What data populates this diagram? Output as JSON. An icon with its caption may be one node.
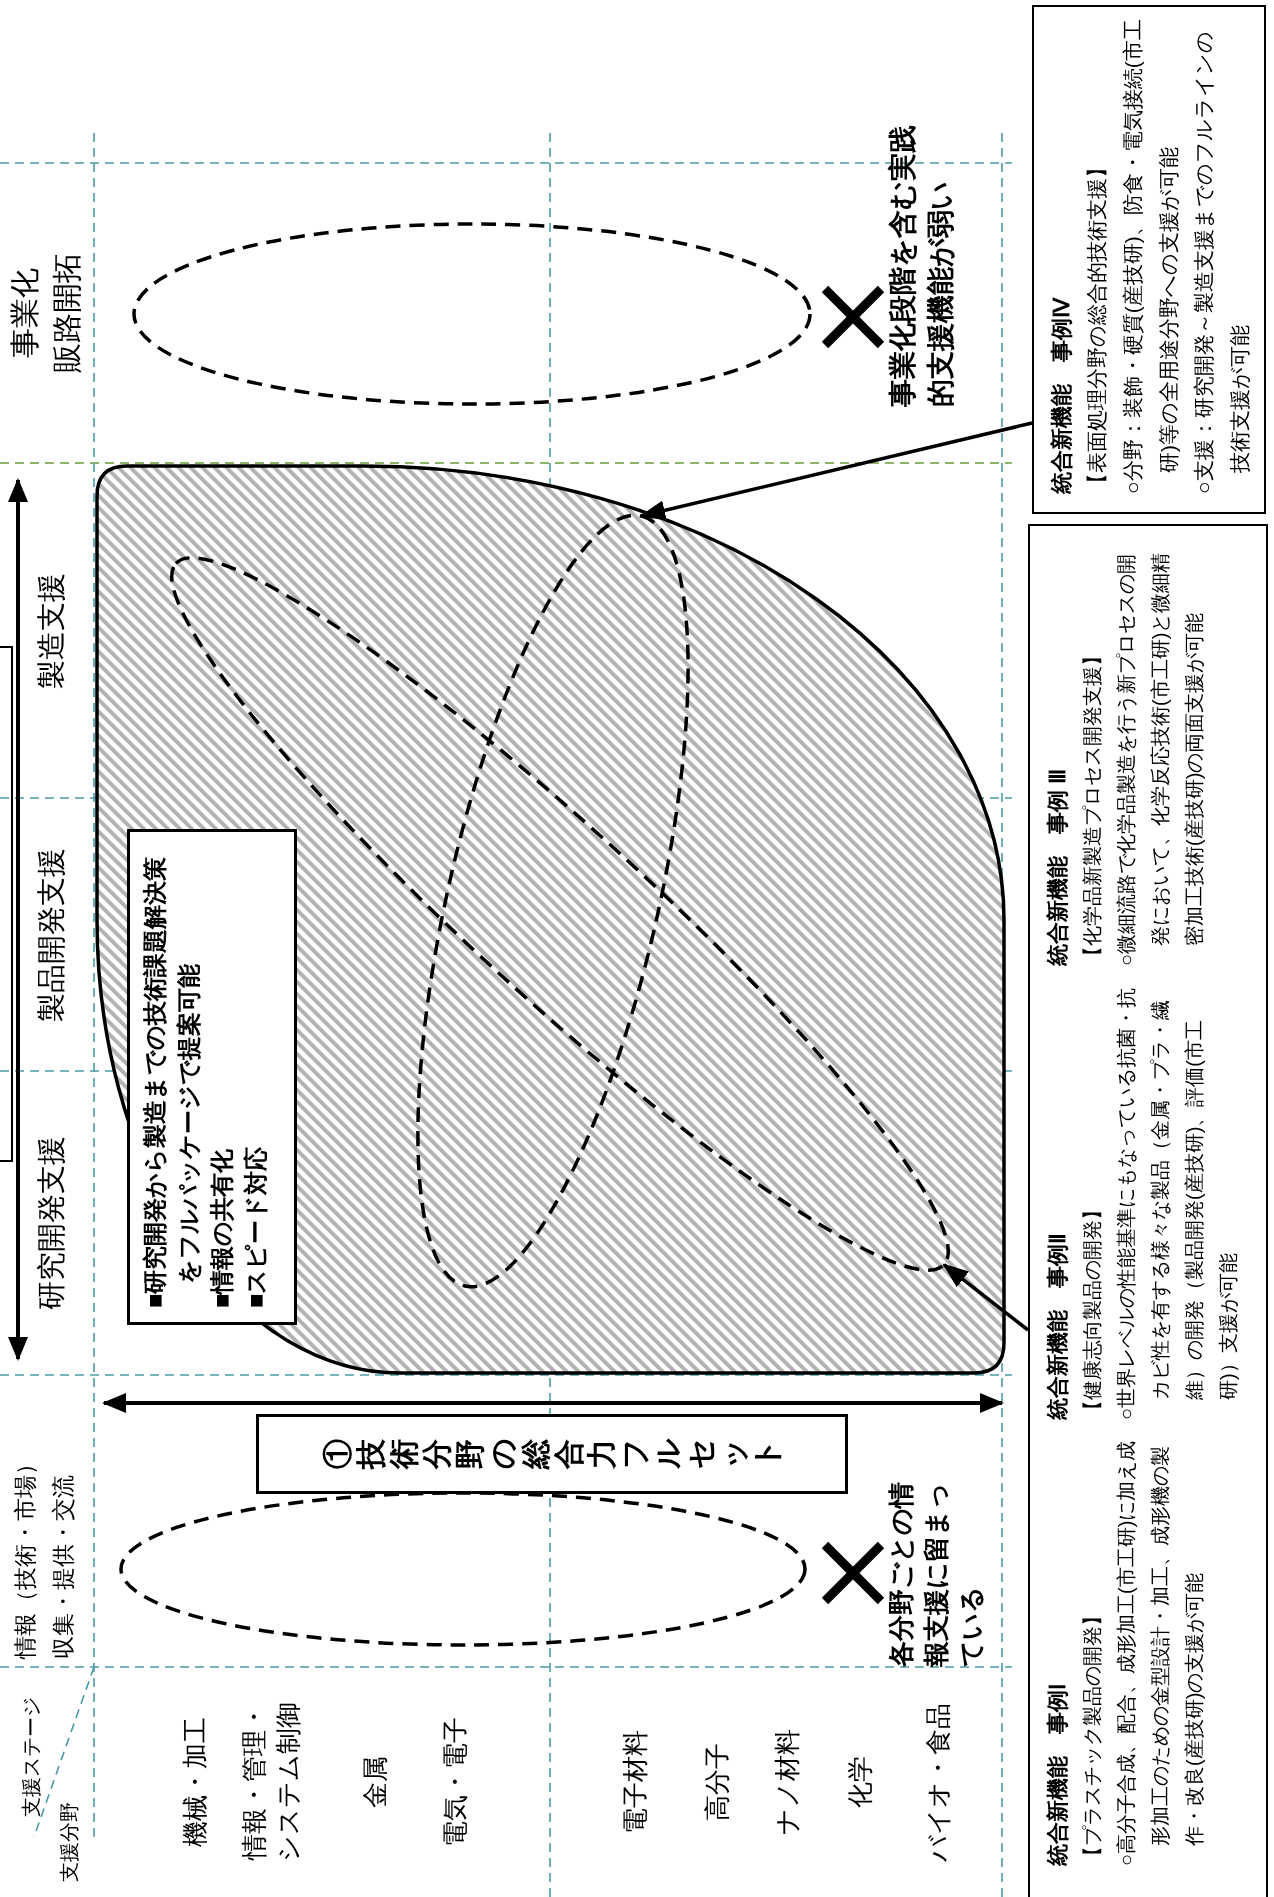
{
  "diagram": {
    "nodes": [
      {
        "text": [
          "■研究開発から製造までの技術課題解決策をフルパッケージで提案可能",
          "■情報の共有化",
          "■スピード対応"
        ]
      },
      {
        "text": [
          "①技術分野の総合力フルセット"
        ]
      },
      {
        "text": [
          "統合新機能　事例Ⅰ",
          "【プラスチック製品の開発】",
          "○高分子合成、配合、成形加工(市工研)に加え成形加工のための金型設計・加工、成形機の製作・改良(産技研)の支援が可能",
          "統合新機能　事例Ⅱ",
          "【健康志向製品の開発】",
          "○世界レベルの性能基準にもなっている抗菌・抗カビ性を有する様々な製品（金属・プラ・繊維）の開発（製品開発(産技研)、評価(市工研)）支援が可能",
          "統合新機能　事例 Ⅲ",
          "【化学品新製造プロセス開発支援】",
          "○微細流路で化学品製造を行う新プロセスの開発において、化学反応技術(市工研)と微細精密加工技術(産技研)の両面支援が可能"
        ]
      },
      {
        "text": [
          "統合新機能　事例Ⅳ",
          "【表面処理分野の総合的技術支援】",
          "○分野：装飾・硬質(産技研)、防食・電気接続(市工研)等の全用途分野への支援が可能",
          "○支援：研究開発～製造支援までのフルラインの技術支援が可能"
        ]
      },
      {
        "text": [],
        "shape": "ellipse"
      },
      {
        "text": [],
        "shape": "ellipse"
      },
      {
        "text": [],
        "shape": "ellipse"
      },
      {
        "text": [],
        "shape": "ellipse"
      }
    ],
    "edges": [
      {
        "from": 2,
        "to": 5,
        "arrow": "to"
      },
      {
        "from": 3,
        "to": 6,
        "arrow": "to"
      }
    ],
    "labels": [
      "支援ステージ",
      "支援分野",
      "情報（技術・市場）",
      "収集・提供・交流",
      "研究開発支援",
      "製品開発支援",
      "製造支援",
      "事業化",
      "販路開拓",
      "機械・加工",
      "情報・管理・システム制御",
      "金属",
      "電気・電子",
      "電子材料",
      "高分子",
      "ナノ材料",
      "化学",
      "バイオ・食品",
      "各分野ごとの情報支援に留まっている",
      "事業化段階を含む実践的支援機能が弱い"
    ]
  }
}
